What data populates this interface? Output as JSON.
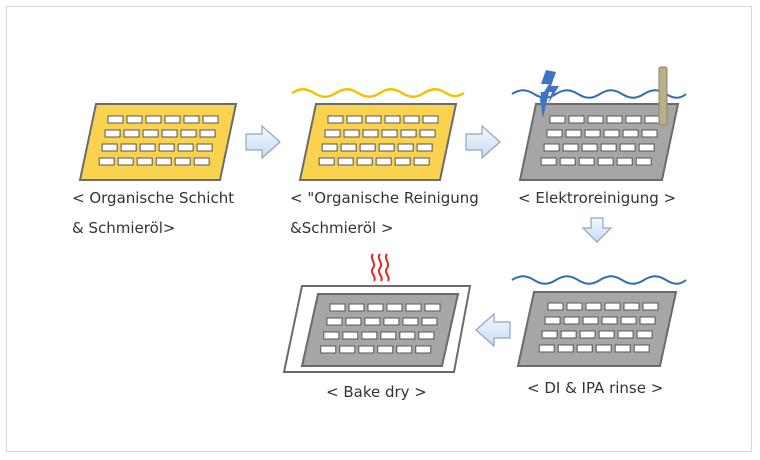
{
  "steps": [
    {
      "line1": "< Organische Schicht",
      "line2": "& Schmieröl>"
    },
    {
      "line1": "< \"Organische Reinigung",
      "line2": "&Schmieröl  >"
    },
    {
      "line1": "< Elektroreinigung >"
    },
    {
      "line1": "< DI & IPA rinse >"
    },
    {
      "line1": "< Bake dry >"
    }
  ],
  "colors": {
    "panel_yellow": "#f9d350",
    "panel_gray": "#a6a6a6",
    "panel_border": "#6b6b6b",
    "slot": "#ffffff",
    "oil_wave": "#f2c200",
    "water_wave": "#2f6eb5",
    "spark": "#3f73c4",
    "electrode": "#b8b08a",
    "heat": "#e8231b",
    "arrow_fill": "#dce9f7",
    "arrow_stroke": "#8aa6c8"
  },
  "icons": [
    "arrow-right-icon",
    "arrow-down-icon",
    "arrow-left-icon",
    "lightning-icon",
    "electrode-rod-icon",
    "heat-waves-icon",
    "water-wave-icon",
    "oil-wave-icon"
  ]
}
